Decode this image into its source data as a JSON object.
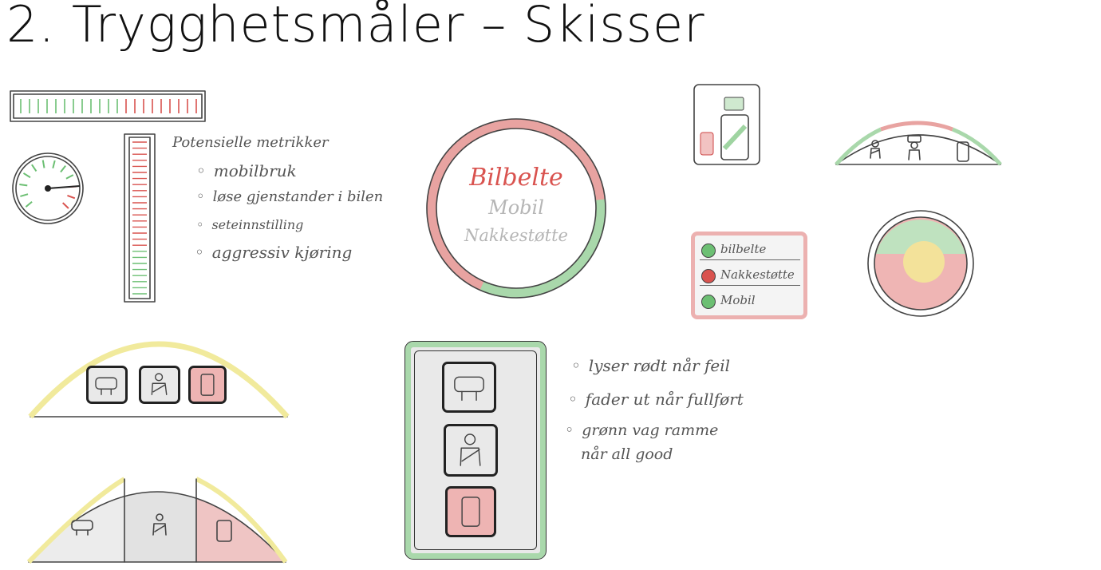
{
  "title": "2. Trygghetsmåler – Skisser",
  "metrics": {
    "heading": "Potensielle metrikker",
    "items": [
      "mobilbruk",
      "løse gjenstander i bilen",
      "seteinnstilling",
      "aggressiv kjøring"
    ]
  },
  "ring": {
    "labels": [
      "Bilbelte",
      "Mobil",
      "Nakkestøtte"
    ],
    "colors": {
      "alert": "#d9534f",
      "ok": "#6cbf73",
      "muted": "#b5b5b5"
    }
  },
  "checklist": {
    "items": [
      {
        "label": "bilbelte",
        "status": "ok"
      },
      {
        "label": "Nakkestøtte",
        "status": "alert"
      },
      {
        "label": "Mobil",
        "status": "ok"
      }
    ]
  },
  "notes": {
    "items": [
      "lyser rødt når feil",
      "fader ut når fullført",
      "grønn vag ramme",
      "når all good"
    ]
  },
  "icons": {
    "seat": "headrest-icon",
    "belt": "seatbelt-icon",
    "phone": "phone-icon"
  }
}
